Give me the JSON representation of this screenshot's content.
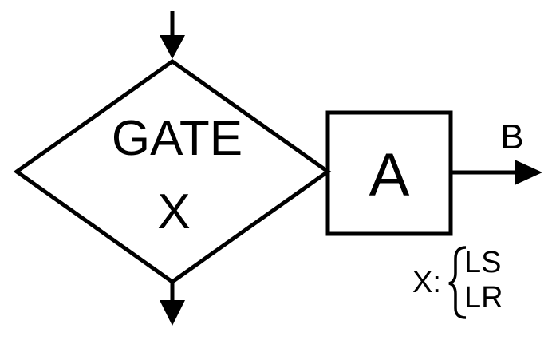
{
  "gate": {
    "line1": "GATE",
    "line2": "X"
  },
  "box": {
    "label": "A"
  },
  "output": {
    "label": "B"
  },
  "legend": {
    "variable": "X:",
    "options": [
      "LS",
      "LR"
    ]
  },
  "colors": {
    "stroke": "#000000",
    "background": "#ffffff"
  }
}
